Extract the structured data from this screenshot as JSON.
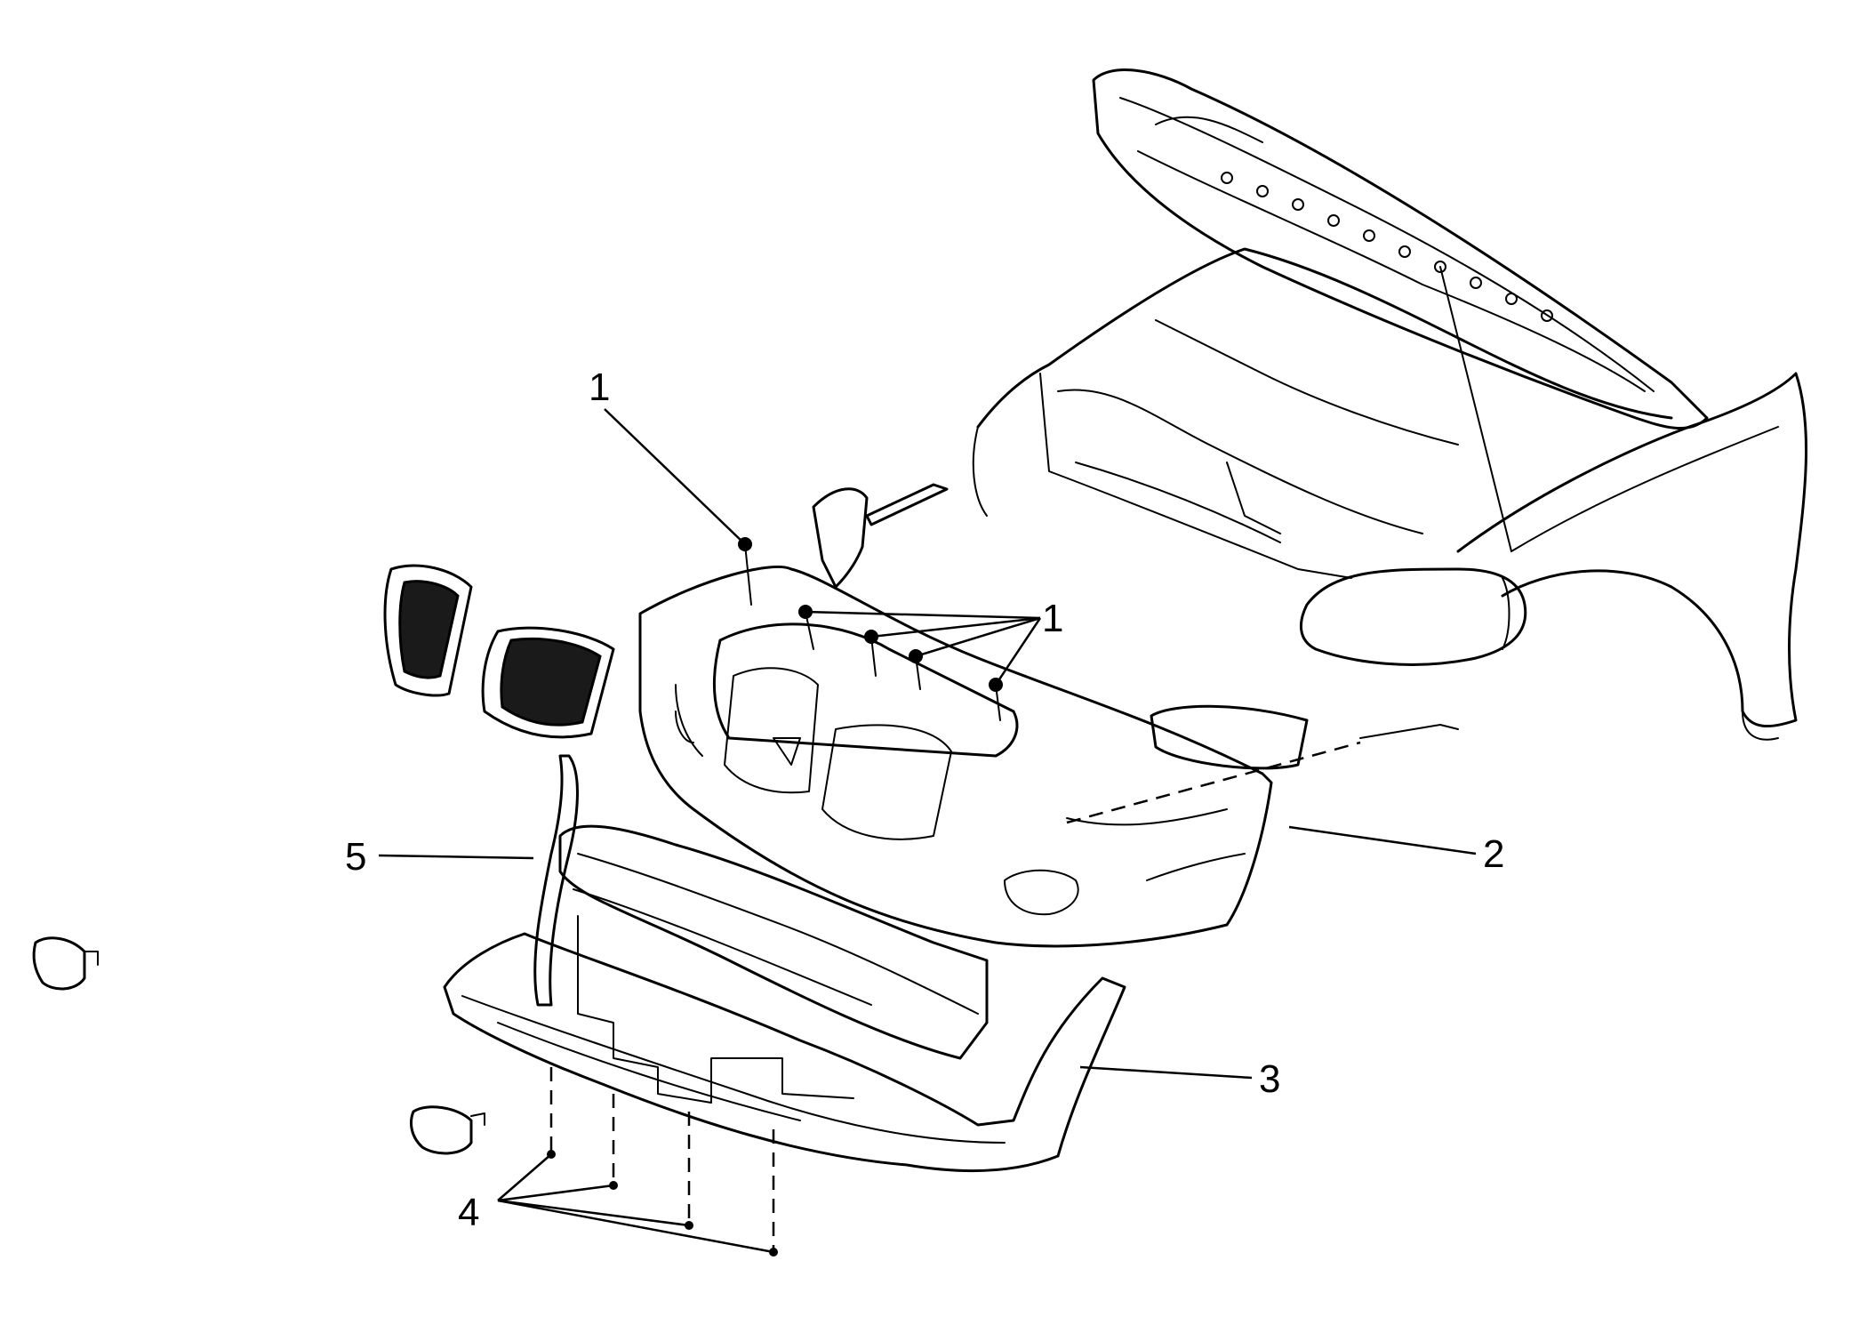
{
  "callouts": {
    "c1_top": "1",
    "c1_right": "1",
    "c2": "2",
    "c3": "3",
    "c4": "4",
    "c5": "5"
  },
  "colors": {
    "line": "#000000",
    "background": "#ffffff",
    "grille_fill": "#1a1a1a"
  }
}
